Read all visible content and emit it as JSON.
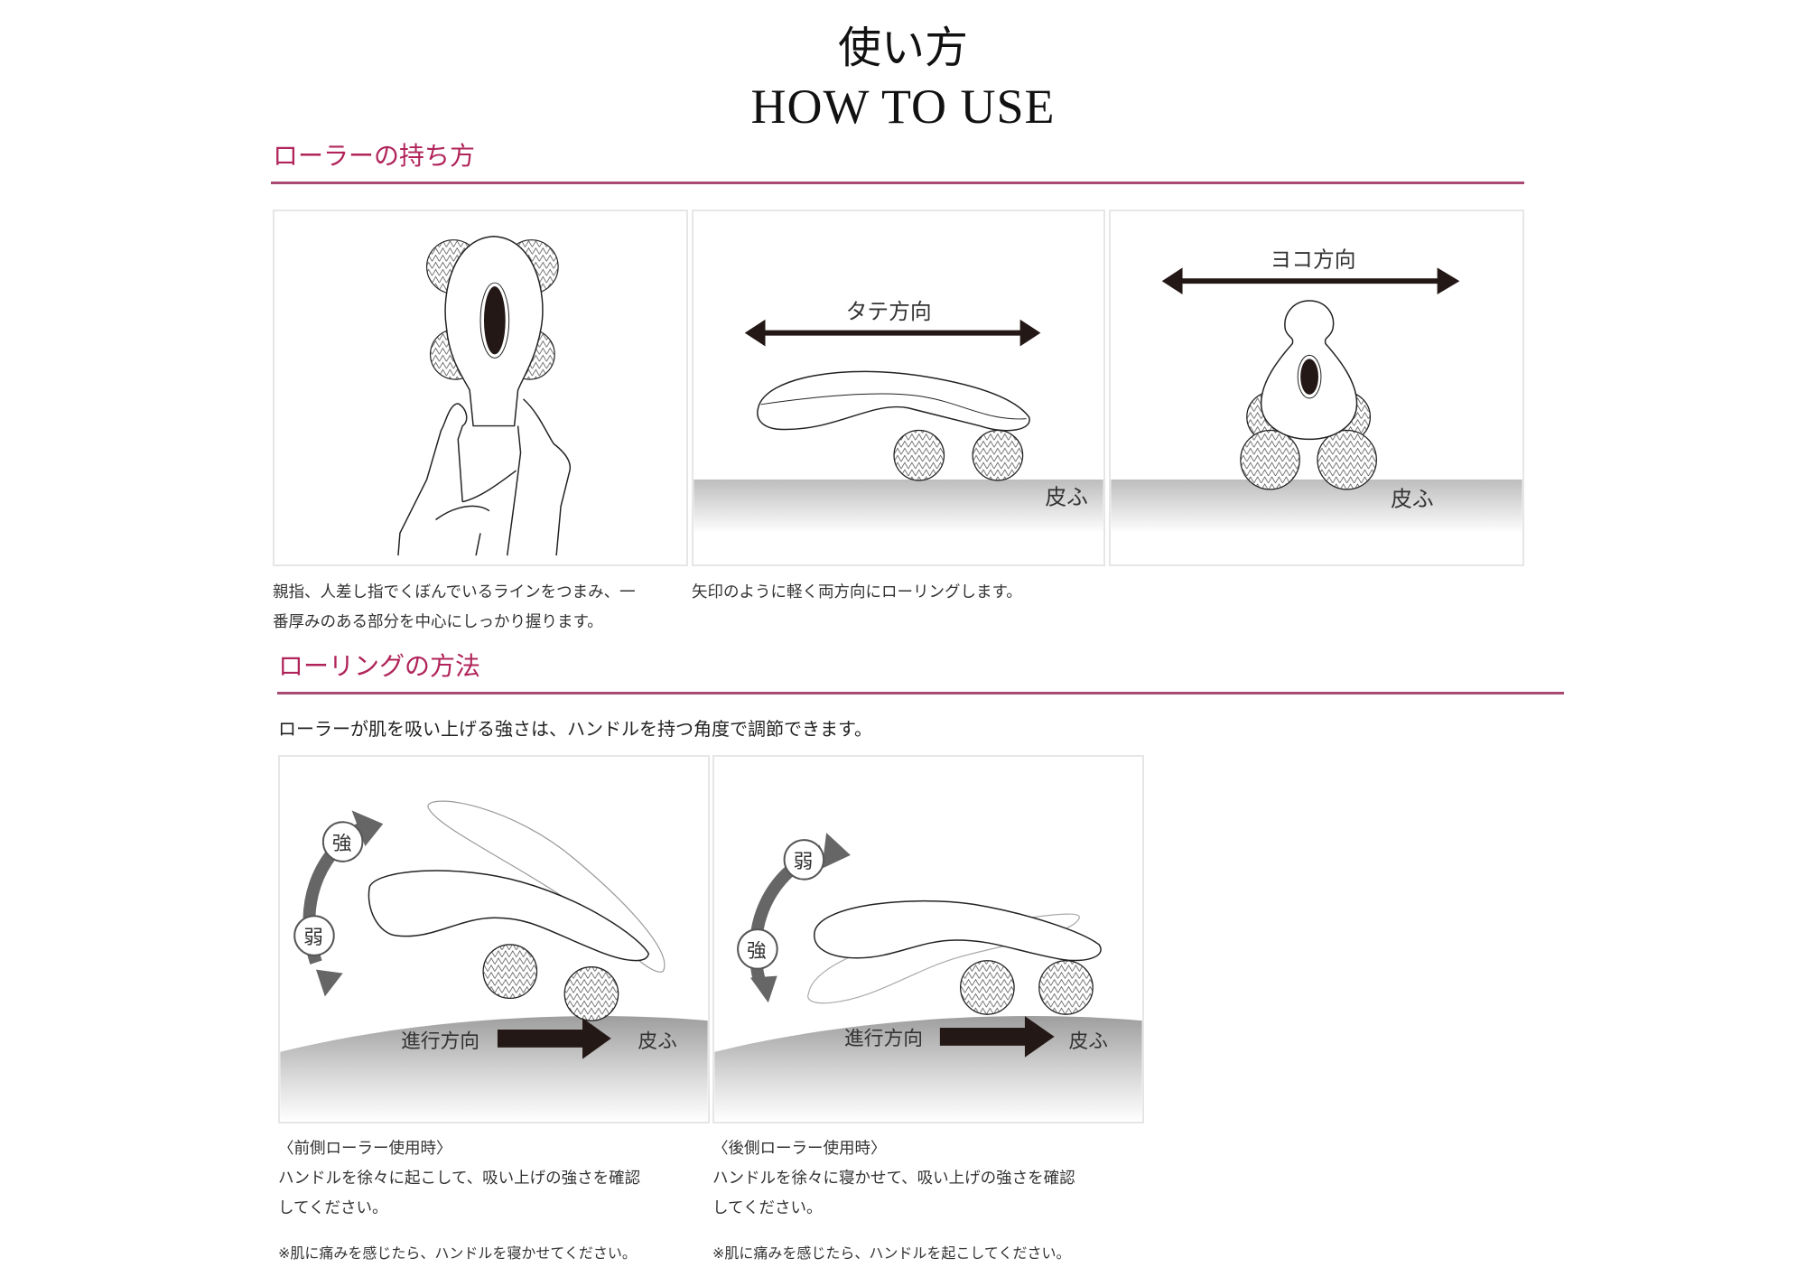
{
  "header": {
    "title_ja": "使い方",
    "title_en": "HOW TO USE"
  },
  "colors": {
    "accent": "#b0245a",
    "rule": "#a84a72",
    "panel_border": "#e6e6e6",
    "text": "#333333",
    "arrow_dark": "#231815",
    "arrow_gray": "#666666"
  },
  "section_hold": {
    "heading": "ローラーの持ち方",
    "panels": [
      {
        "id": "grip",
        "illustration": "hand-holding-roller"
      },
      {
        "id": "vertical",
        "arrow_label": "タテ方向",
        "skin_label": "皮ふ",
        "illustration": "roller-side-view"
      },
      {
        "id": "horizontal",
        "arrow_label": "ヨコ方向",
        "skin_label": "皮ふ",
        "illustration": "roller-front-view"
      }
    ],
    "captions": [
      {
        "line1": "親指、人差し指でくぼんでいるラインをつまみ、一",
        "line2": "番厚みのある部分を中心にしっかり握ります。"
      },
      {
        "line1": "矢印のように軽く両方向にローリングします。"
      }
    ]
  },
  "section_rolling": {
    "heading": "ローリングの方法",
    "intro": "ローラーが肌を吸い上げる強さは、ハンドルを持つ角度で調節できます。",
    "panels": [
      {
        "id": "front-roller",
        "top_badge": "強",
        "bottom_badge": "弱",
        "direction_label": "進行方向",
        "skin_label": "皮ふ",
        "title": "〈前側ローラー使用時〉",
        "body_line1": "ハンドルを徐々に起こして、吸い上げの強さを確認",
        "body_line2": "してください。",
        "note": "※肌に痛みを感じたら、ハンドルを寝かせてください。"
      },
      {
        "id": "rear-roller",
        "top_badge": "弱",
        "bottom_badge": "強",
        "direction_label": "進行方向",
        "skin_label": "皮ふ",
        "title": "〈後側ローラー使用時〉",
        "body_line1": "ハンドルを徐々に寝かせて、吸い上げの強さを確認",
        "body_line2": "してください。",
        "note": "※肌に痛みを感じたら、ハンドルを起こしてください。"
      }
    ]
  }
}
